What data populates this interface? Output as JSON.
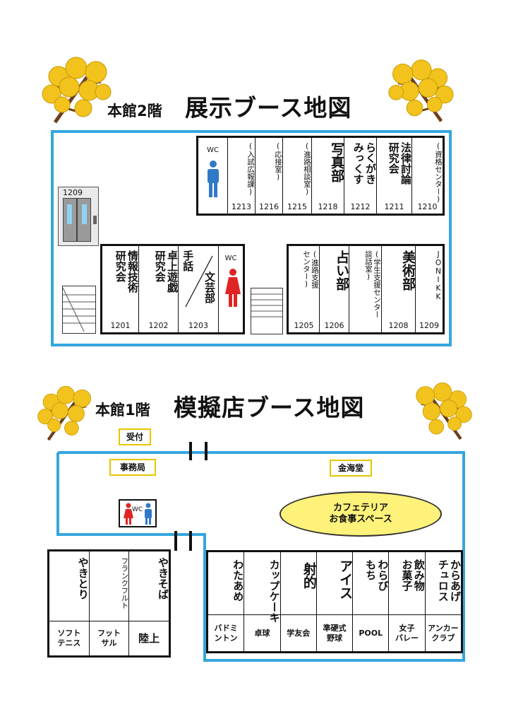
{
  "section2": {
    "floor": "本館2階",
    "title": "展示ブース地図",
    "elevator_label": "1209",
    "upper_rooms": [
      {
        "name": "WC",
        "number": "",
        "style": "wc-male"
      },
      {
        "name": "(入試広報課)",
        "number": "1213",
        "style": "small"
      },
      {
        "name": "(応接室)",
        "number": "1216",
        "style": "small"
      },
      {
        "name": "(進路相談室)",
        "number": "1215",
        "style": "small"
      },
      {
        "name": "写真部",
        "number": "1218",
        "style": "big"
      },
      {
        "name": "らくがき\nみっくす",
        "number": "1212",
        "style": "med"
      },
      {
        "name": "法律討論\n研究会",
        "number": "1211",
        "style": "med"
      },
      {
        "name": "(資格センター)",
        "number": "1210",
        "style": "small"
      }
    ],
    "lower_left_rooms": [
      {
        "name": "情報技術\n研究会",
        "number": "1201",
        "style": "med"
      },
      {
        "name": "卓上遊戯\n研究会",
        "number": "1202",
        "style": "med"
      },
      {
        "name": "手話",
        "name2": "文芸部",
        "number": "1203",
        "style": "split"
      },
      {
        "name": "WC",
        "number": "",
        "style": "wc-female"
      }
    ],
    "lower_right_rooms": [
      {
        "name": "(進路支援\nセンター)",
        "number": "1205",
        "style": "small"
      },
      {
        "name": "占い部",
        "number": "1206",
        "style": "big"
      },
      {
        "name": "(学生支援センター\n談話室)",
        "number": "",
        "style": "small"
      },
      {
        "name": "美術部",
        "number": "1208",
        "style": "big"
      },
      {
        "name": "JONIKK",
        "number": "1209",
        "style": "small"
      }
    ]
  },
  "section1": {
    "floor": "本館1階",
    "title": "模擬店ブース地図",
    "reception": "受付",
    "office": "事務局",
    "kinkaido": "金海堂",
    "wc": "WC",
    "cafeteria": "カフェテリア\nお食事スペース",
    "left_shops": {
      "top": [
        "やきとり",
        "フランクフルト",
        "やきそば"
      ],
      "bottom": [
        "ソフト\nテニス",
        "フット\nサル",
        "陸上"
      ]
    },
    "right_shops": {
      "top": [
        "わたあめ",
        "カップケーキ",
        "射的",
        "アイス",
        "わらび\nもち",
        "飲み物\nお菓子",
        "からあげ\nチュロス"
      ],
      "bottom": [
        "バドミ\nントン",
        "卓球",
        "学友会",
        "準硬式\n野球",
        "POOL",
        "女子\nバレー",
        "アンカー\nクラブ"
      ]
    }
  },
  "colors": {
    "frame": "#35a6df",
    "tag_border": "#e8c500",
    "cafeteria_fill": "#fff27a",
    "wc_male": "#2f79c6",
    "wc_female": "#e02424",
    "ginkgo": "#f2c31d"
  }
}
